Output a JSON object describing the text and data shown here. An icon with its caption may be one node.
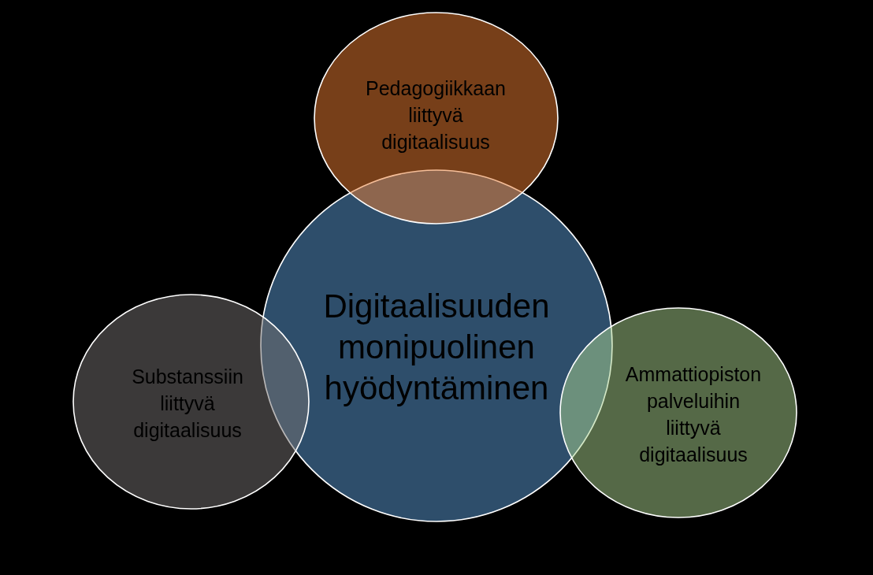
{
  "diagram": {
    "nodes": [
      {
        "text": [
          "Pedagogiikkaan liittyvä digitaalisuus"
        ]
      },
      {
        "text": [
          "Digitaalisuuden monipuolinen hyödyntäminen"
        ]
      },
      {
        "text": [
          "Substanssiin liittyvä digitaalisuus"
        ]
      },
      {
        "text": [
          "Ammattiopiston palveluihin liittyvä digitaalisuus"
        ]
      }
    ]
  }
}
